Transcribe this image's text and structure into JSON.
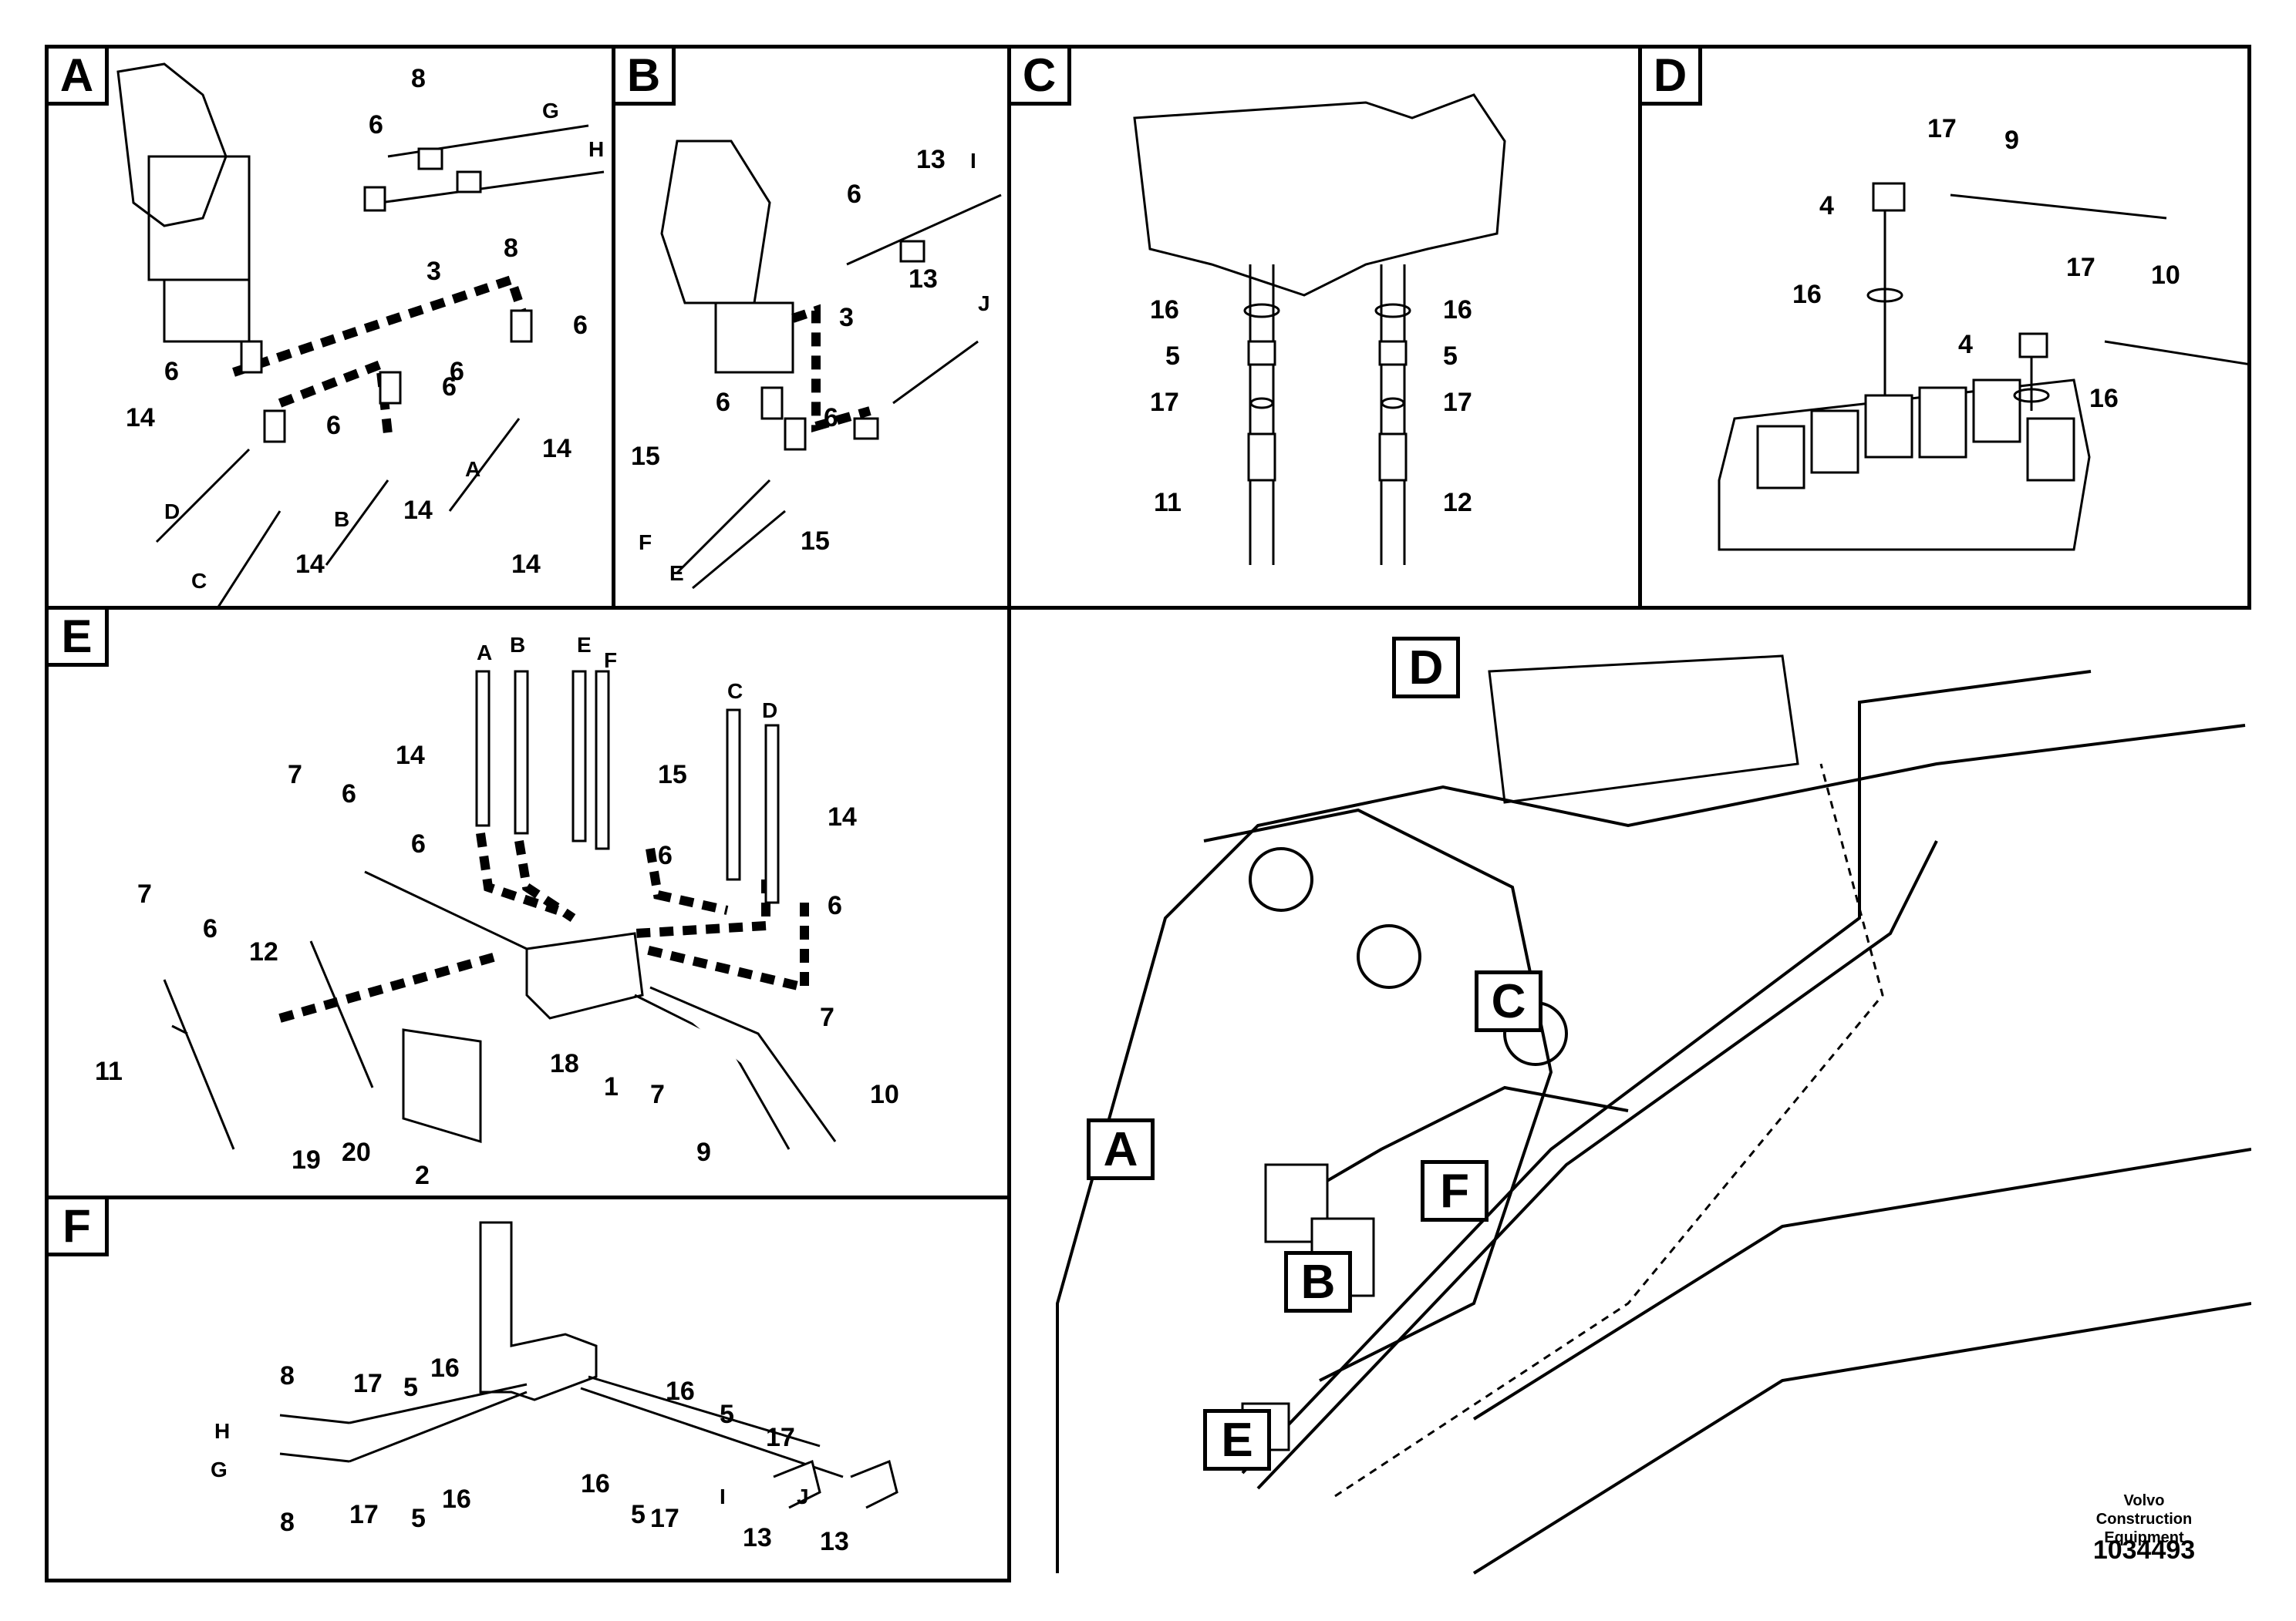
{
  "panels": {
    "A": {
      "tag": "A",
      "labels": [
        "8",
        "G",
        "H",
        "6",
        "6",
        "3",
        "8",
        "6",
        "6",
        "6",
        "6",
        "14",
        "14",
        "D",
        "A",
        "14",
        "B",
        "C",
        "14",
        "14"
      ]
    },
    "B": {
      "tag": "B",
      "labels": [
        "13",
        "I",
        "6",
        "13",
        "J",
        "3",
        "6",
        "6",
        "15",
        "F",
        "E",
        "15"
      ]
    },
    "C": {
      "tag": "C",
      "labels": [
        "16",
        "16",
        "5",
        "5",
        "17",
        "17",
        "11",
        "12"
      ]
    },
    "D": {
      "tag": "D",
      "labels": [
        "17",
        "9",
        "4",
        "16",
        "17",
        "10",
        "4",
        "16"
      ]
    },
    "E": {
      "tag": "E",
      "labels": [
        "A",
        "B",
        "E",
        "F",
        "C",
        "D",
        "14",
        "15",
        "14",
        "7",
        "6",
        "6",
        "6",
        "6",
        "7",
        "6",
        "12",
        "18",
        "1",
        "7",
        "7",
        "10",
        "11",
        "19",
        "20",
        "2",
        "9"
      ]
    },
    "F": {
      "tag": "F",
      "labels": [
        "16",
        "8",
        "17",
        "5",
        "16",
        "5",
        "H",
        "G",
        "17",
        "16",
        "5",
        "17",
        "16",
        "5",
        "17",
        "8",
        "13",
        "I",
        "J",
        "13"
      ]
    }
  },
  "overview_callouts": [
    "D",
    "C",
    "A",
    "B",
    "F",
    "E"
  ],
  "footer": {
    "company_line1": "Volvo Construction",
    "company_line2": "Equipment",
    "drawing_number": "1034493"
  }
}
